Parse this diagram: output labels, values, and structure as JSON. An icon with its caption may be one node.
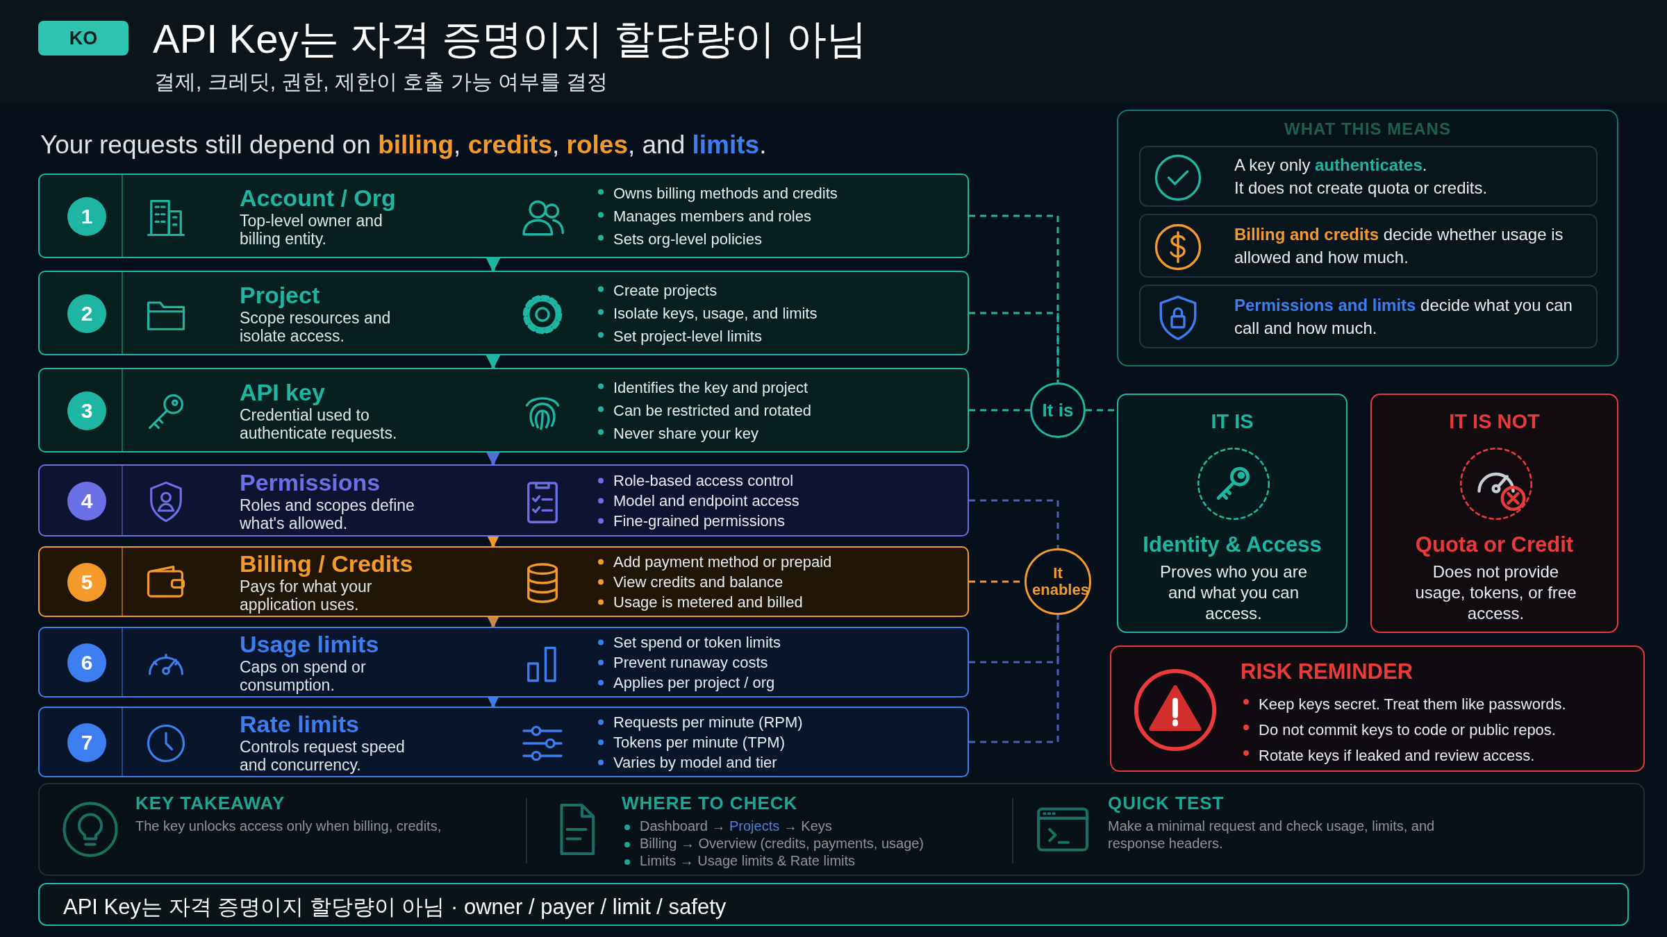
{
  "diagram": {
    "title": "API Key는 자격 증명이지 할당량이 아님",
    "nodes": [
      {
        "text": [
          "KO"
        ]
      },
      {
        "text": [
          "1",
          "Account / Org",
          "Top-level owner and billing entity.",
          "Owns billing methods and credits",
          "Manages members and roles",
          "Sets org-level policies"
        ]
      },
      {
        "text": [
          "2",
          "Project",
          "Scope resources and isolate access.",
          "Create projects",
          "Isolate keys, usage, and limits",
          "Set project-level limits"
        ]
      },
      {
        "text": [
          "3",
          "API key",
          "Credential used to authenticate requests.",
          "Identifies the key and project",
          "Can be restricted and rotated",
          "Never share your key"
        ]
      },
      {
        "text": [
          "4",
          "Permissions",
          "Roles and scopes define what's allowed.",
          "Role-based access control",
          "Model and endpoint access",
          "Fine-grained permissions"
        ]
      },
      {
        "text": [
          "5",
          "Billing / Credits",
          "Pays for what your application uses.",
          "Add payment method or prepaid",
          "View credits and balance",
          "Usage is metered and billed"
        ]
      },
      {
        "text": [
          "6",
          "Usage limits",
          "Caps on spend or consumption.",
          "Set spend or token limits",
          "Prevent runaway costs",
          "Applies per project / org"
        ]
      },
      {
        "text": [
          "7",
          "Rate limits",
          "Controls request speed and concurrency.",
          "Requests per minute (RPM)",
          "Tokens per minute (TPM)",
          "Varies by model and tier"
        ]
      },
      {
        "text": [
          "It is"
        ]
      },
      {
        "text": [
          "It enables"
        ]
      },
      {
        "text": [
          "WHAT THIS MEANS"
        ]
      },
      {
        "text": [
          "A key only **authenticates**.",
          "It does not create quota or credits."
        ],
        "in": 10
      },
      {
        "text": [
          "**Billing and credits** decide whether usage is allowed and how much."
        ],
        "in": 10
      },
      {
        "text": [
          "**Permissions and limits** decide what you can call and how much."
        ],
        "in": 10
      },
      {
        "text": [
          "IT IS",
          "Identity & Access",
          "Proves who you are and what you can access."
        ]
      },
      {
        "text": [
          "IT IS NOT",
          "Quota or Credit",
          "Does not provide usage, tokens, or free access."
        ]
      },
      {
        "text": [
          "RISK REMINDER",
          "Keep keys secret. Treat them like passwords.",
          "Do not commit keys to code or public repos.",
          "Rotate keys if leaked and review access."
        ]
      },
      {
        "text": [
          "KEY TAKEAWAY",
          "The key unlocks access only when billing, credits,",
          "WHERE TO CHECK",
          "Dashboard → **Projects** → Keys",
          "Billing → Overview (credits, payments, usage)",
          "Limits → Usage limits & Rate limits",
          "QUICK TEST",
          "Make a minimal request and check usage, limits, and response headers."
        ]
      },
      {
        "text": [
          "API Key는 자격 증명이지 할당량이 아님 · owner / payer / limit / safety"
        ]
      }
    ],
    "edges": [
      {
        "from": 1,
        "to": 2,
        "arrow": "to",
        "color": "#1fb5a3"
      },
      {
        "from": 2,
        "to": 3,
        "arrow": "to",
        "color": "#1fb5a3"
      },
      {
        "from": 3,
        "to": 4,
        "arrow": "to",
        "color": "#4f6fd8"
      },
      {
        "from": 4,
        "to": 5,
        "arrow": "to",
        "color": "#f39a2b"
      },
      {
        "from": 5,
        "to": 6,
        "arrow": "to",
        "color": "#c88a4a"
      },
      {
        "from": 6,
        "to": 7,
        "arrow": "to",
        "color": "#3d7ff0"
      },
      {
        "from": 1,
        "to": 8,
        "arrow": "none",
        "style": "dashed",
        "color": "#1fb5a3"
      },
      {
        "from": 2,
        "to": 8,
        "arrow": "none",
        "style": "dashed",
        "color": "#1fb5a3"
      },
      {
        "from": 3,
        "to": 8,
        "arrow": "none",
        "style": "dashed",
        "color": "#1fb5a3"
      },
      {
        "from": 8,
        "to": 14,
        "arrow": "none",
        "style": "dashed",
        "color": "#1fb5a3"
      },
      {
        "from": 4,
        "to": 9,
        "arrow": "none",
        "style": "dashed",
        "color": "#4a5fc0"
      },
      {
        "from": 5,
        "to": 9,
        "arrow": "none",
        "style": "dashed",
        "color": "#f39a2b"
      },
      {
        "from": 6,
        "to": 9,
        "arrow": "none",
        "style": "dashed",
        "color": "#4a5fc0"
      },
      {
        "from": 7,
        "to": 9,
        "arrow": "none",
        "style": "dashed",
        "color": "#4a5fc0"
      }
    ],
    "labels": [
      "결제, 크레딧, 권한, 제한이 호출 가능 여부를 결정",
      "Your requests still depend on **billing**, **credits**, **roles**, and **limits**."
    ]
  }
}
